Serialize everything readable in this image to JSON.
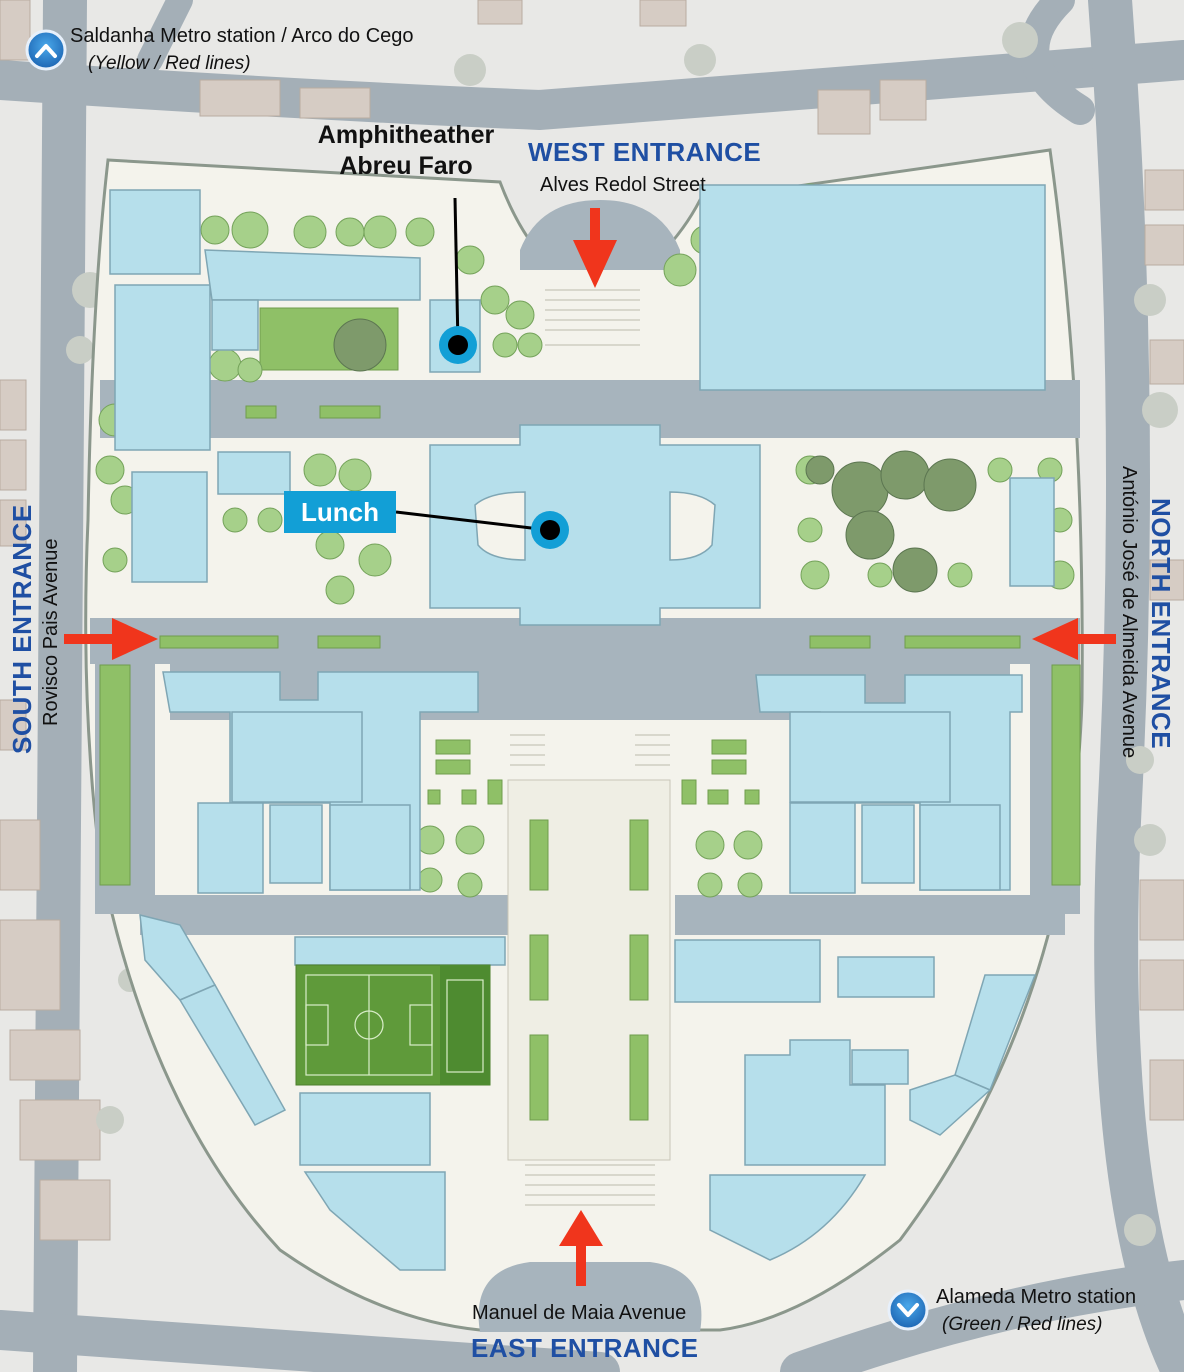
{
  "entrances": {
    "west": {
      "label": "WEST ENTRANCE",
      "street": "Alves Redol Street"
    },
    "east": {
      "label": "EAST ENTRANCE",
      "street": "Manuel de Maia Avenue"
    },
    "south": {
      "label": "SOUTH ENTRANCE",
      "street": "Rovisco Pais Avenue"
    },
    "north": {
      "label": "NORTH ENTRANCE",
      "street": "António José de Almeida Avenue"
    }
  },
  "metro": {
    "saldanha": {
      "name": "Saldanha Metro station / Arco do Cego",
      "lines": "(Yellow / Red lines)",
      "icon": "chevron-up-icon"
    },
    "alameda": {
      "name": "Alameda Metro station",
      "lines": "(Green / Red lines)",
      "icon": "chevron-down-icon"
    }
  },
  "points": {
    "amphitheater_line1": "Amphitheather",
    "amphitheater_line2": "Abreu Faro",
    "lunch": "Lunch"
  },
  "colors": {
    "entrance_text": "#1f4fa3",
    "arrow": "#f0351c",
    "building": "#b6dfeb",
    "road": "#a9b5bd",
    "marker": "#129fd6",
    "greenery": "#8fc067",
    "sports_field": "#5f9a3a"
  }
}
